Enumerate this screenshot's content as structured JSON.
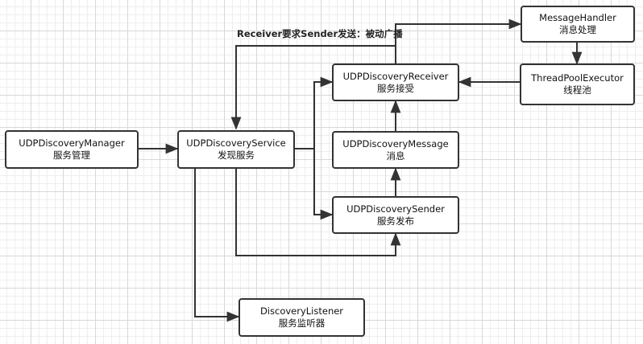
{
  "nodes": {
    "manager": {
      "title": "UDPDiscoveryManager",
      "subtitle": "服务管理"
    },
    "service": {
      "title": "UDPDiscoveryService",
      "subtitle": "发现服务"
    },
    "receiver": {
      "title": "UDPDiscoveryReceiver",
      "subtitle": "服务接受"
    },
    "message": {
      "title": "UDPDiscoveryMessage",
      "subtitle": "消息"
    },
    "sender": {
      "title": "UDPDiscoverySender",
      "subtitle": "服务发布"
    },
    "listener": {
      "title": "DiscoveryListener",
      "subtitle": "服务监听器"
    },
    "handler": {
      "title": "MessageHandler",
      "subtitle": "消息处理"
    },
    "executor": {
      "title": "ThreadPoolExecutor",
      "subtitle": "线程池"
    }
  },
  "edge_label": "Receiver要求Sender发送：被动广播",
  "colors": {
    "stroke": "#333333",
    "grid": "#d8d8d8"
  }
}
